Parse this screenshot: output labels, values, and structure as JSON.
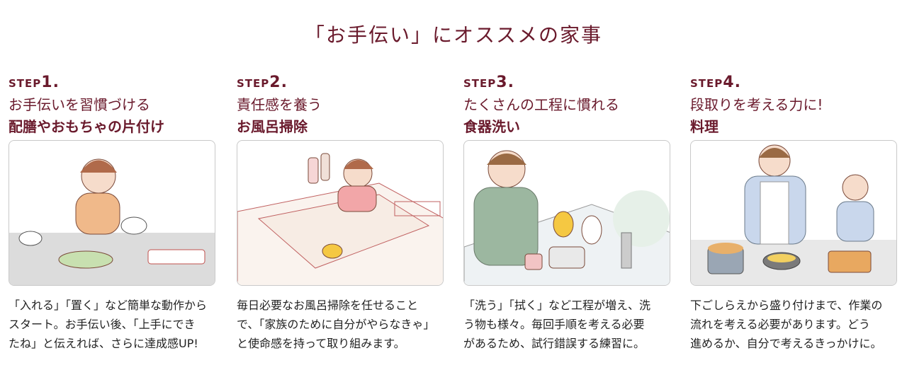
{
  "title": "「お手伝い」にオススメの家事",
  "steps": [
    {
      "step": "STEP",
      "num": "1.",
      "line1": "お手伝いを習慣づける",
      "line2": "配膳やおもちゃの片付け",
      "desc": [
        "「入れる」「置く」など簡単な動作から",
        "スタート。お手伝い後、「上手にでき",
        "たね」と伝えれば、さらに達成感UP!"
      ]
    },
    {
      "step": "STEP",
      "num": "2.",
      "line1": "責任感を養う",
      "line2": "お風呂掃除",
      "desc": [
        "毎日必要なお風呂掃除を任せること",
        "で、「家族のために自分がやらなきゃ」",
        "と使命感を持って取り組みます。"
      ]
    },
    {
      "step": "STEP",
      "num": "3.",
      "line1": "たくさんの工程に慣れる",
      "line2": "食器洗い",
      "desc": [
        "「洗う」「拭く」など工程が増え、洗",
        "う物も様々。毎回手順を考える必要",
        "があるため、試行錯誤する練習に。"
      ]
    },
    {
      "step": "STEP",
      "num": "4.",
      "line1": "段取りを考える力に!",
      "line2": "料理",
      "desc": [
        "下ごしらえから盛り付けまで、作業の",
        "流れを考える必要があります。どう",
        "進めるか、自分で考えるきっかけに。"
      ]
    }
  ],
  "colors": {
    "accent": "#6a1a2c"
  }
}
